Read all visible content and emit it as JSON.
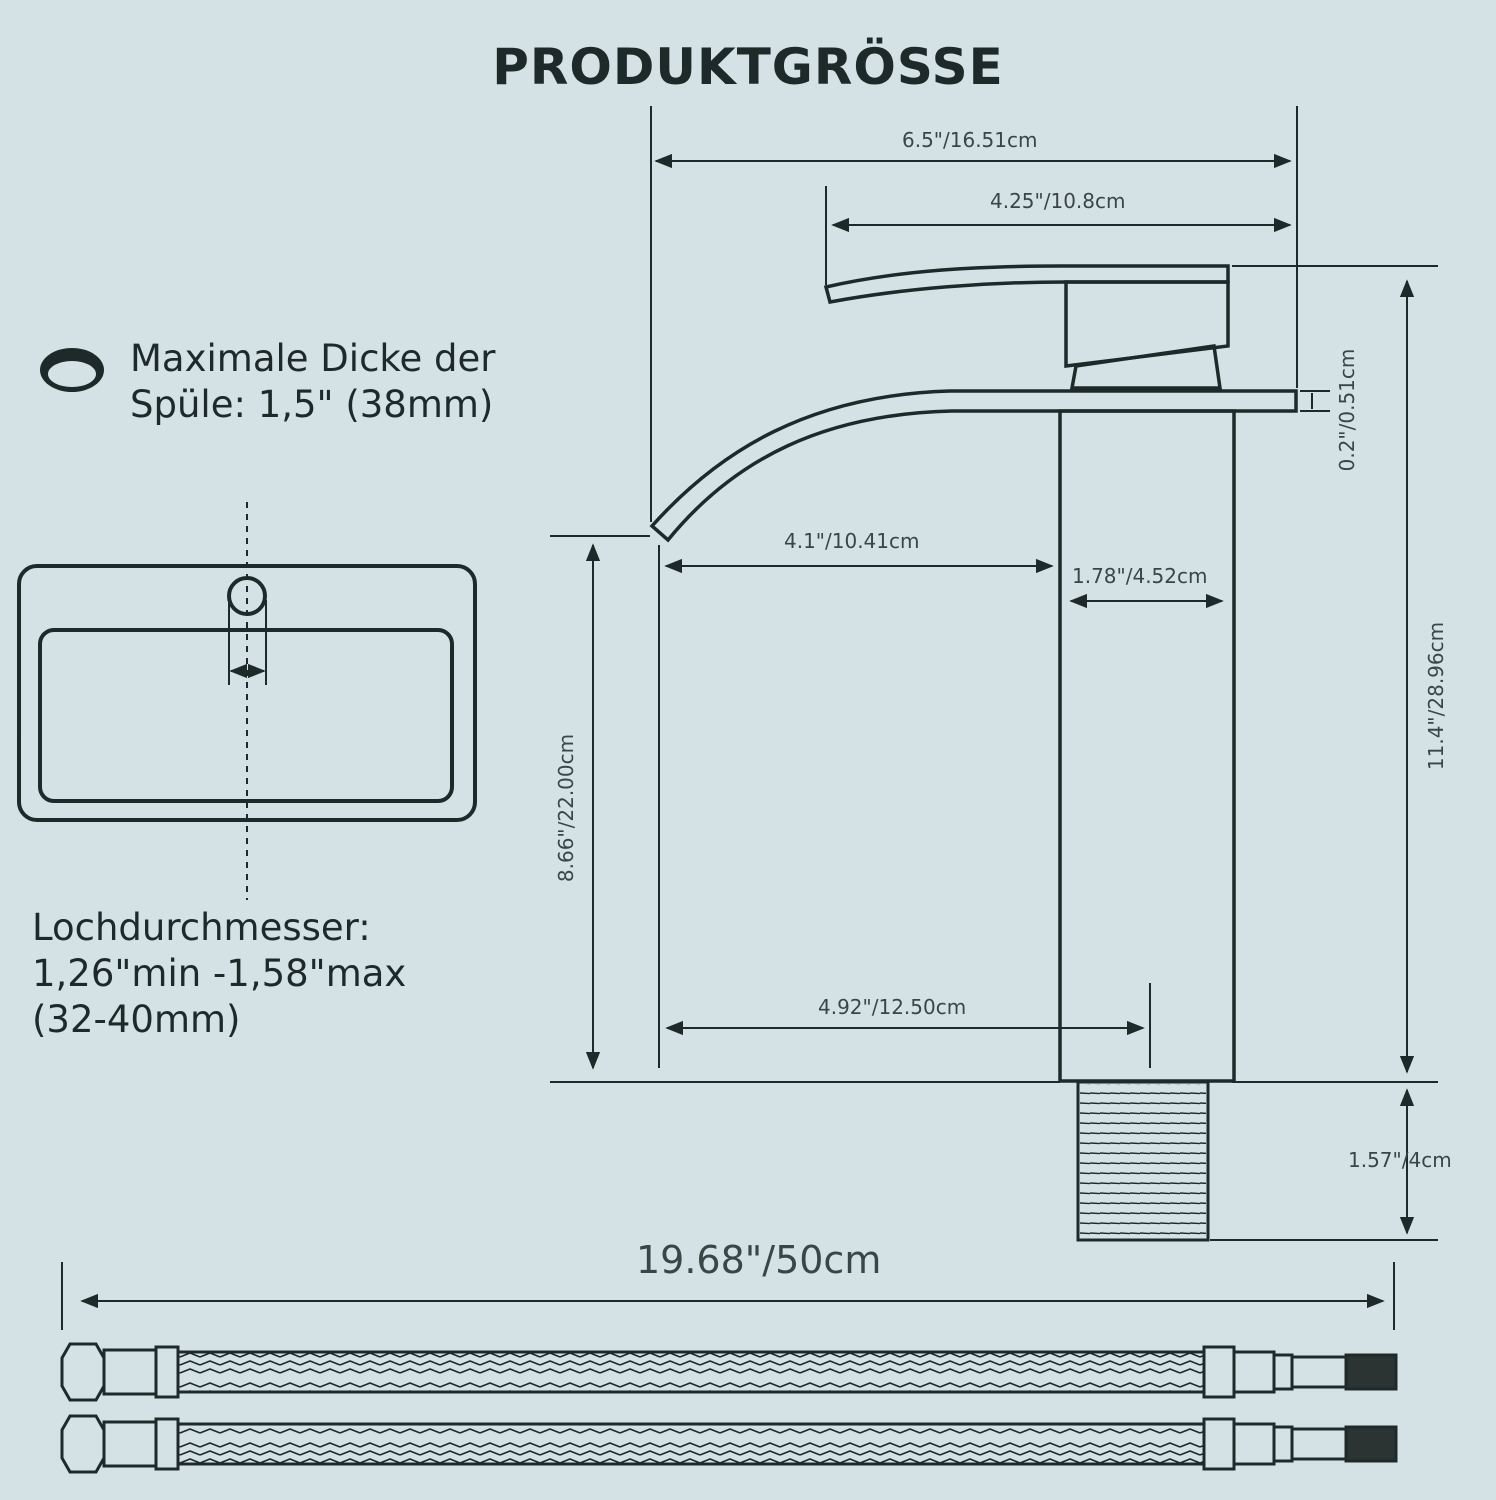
{
  "title": "PRODUKTGRÖSSE",
  "notes": {
    "sink_thickness_line1": "Maximale Dicke der",
    "sink_thickness_line2": "Spüle: 1,5\" (38mm)",
    "hole_line1": "Lochdurchmesser:",
    "hole_line2": "1,26\"min -1,58\"max",
    "hole_line3": "(32-40mm)"
  },
  "dimensions": {
    "total_width": "6.5\"/16.51cm",
    "handle_width": "4.25\"/10.8cm",
    "spout_thickness": "0.2\"/0.51cm",
    "spout_reach": "4.1\"/10.41cm",
    "body_width": "1.78\"/4.52cm",
    "total_height": "11.4\"/28.96cm",
    "spout_height": "8.66\"/22.00cm",
    "spout_to_thread": "4.92\"/12.50cm",
    "thread_length": "1.57\"/4cm",
    "hose_length": "19.68\"/50cm"
  },
  "colors": {
    "background": "#d5e2e5",
    "line": "#1e2a2a",
    "hose_end": "#2b3333"
  }
}
